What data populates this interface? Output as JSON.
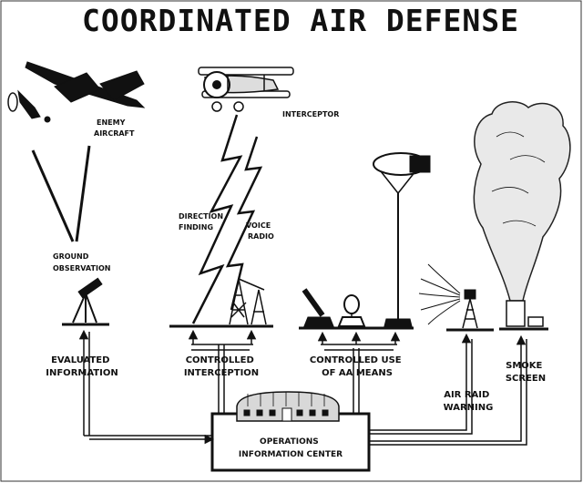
{
  "title": "COORDINATED AIR DEFENSE",
  "labels": {
    "enemy_aircraft": [
      "ENEMY",
      "AIRCRAFT"
    ],
    "interceptor": "INTERCEPTOR",
    "direction_finding": [
      "DIRECTION",
      "FINDING"
    ],
    "voice_radio": [
      "VOICE",
      "RADIO"
    ],
    "ground_observation": [
      "GROUND",
      "OBSERVATION"
    ],
    "evaluated_information": [
      "EVALUATED",
      "INFORMATION"
    ],
    "controlled_interception": [
      "CONTROLLED",
      "INTERCEPTION"
    ],
    "controlled_use_aa": [
      "CONTROLLED USE",
      "OF AA MEANS"
    ],
    "air_raid_warning": [
      "AIR RAID",
      "WARNING"
    ],
    "smoke_screen": [
      "SMOKE",
      "SCREEN"
    ],
    "operations_center": [
      "OPERATIONS",
      "INFORMATION CENTER"
    ]
  },
  "icons": [
    "enemy-aircraft-icon",
    "interceptor-biplane-icon",
    "lightning-bolt-icon",
    "telescope-icon",
    "radio-tower-icon",
    "aa-gun-icon",
    "searchlight-icon",
    "barrage-balloon-icon",
    "siren-tower-icon",
    "smoke-cloud-icon",
    "operations-building-icon"
  ]
}
